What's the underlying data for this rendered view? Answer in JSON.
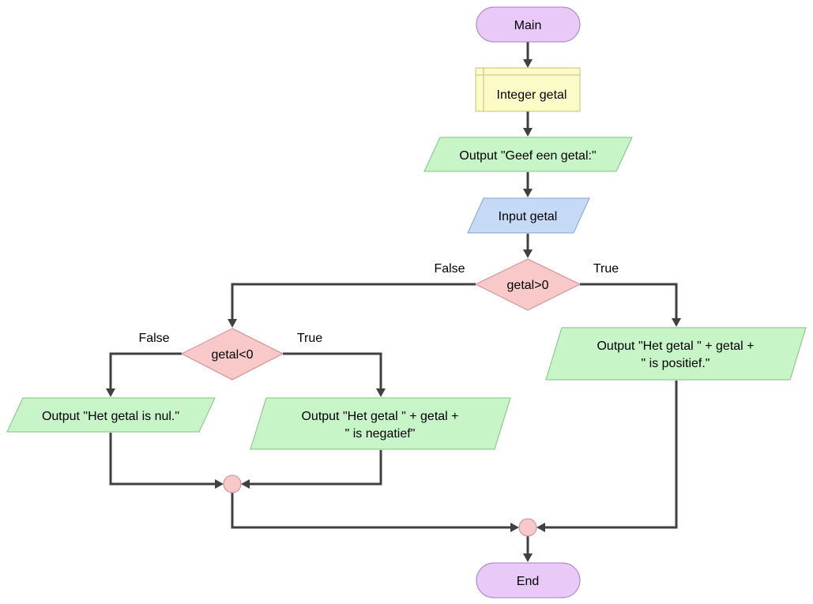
{
  "diagram": {
    "colors": {
      "terminal": "#e9c9f7",
      "declare": "#fafbc6",
      "output": "#c8f5c8",
      "input": "#c6daf8",
      "decision": "#f9c9c9",
      "junction": "#f9c9c9",
      "stroke": "#404040"
    },
    "start": {
      "label": "Main"
    },
    "declare": {
      "label": "Integer getal"
    },
    "output_prompt": {
      "label": "Output \"Geef een getal:\""
    },
    "input": {
      "label": "Input getal"
    },
    "decision_positive": {
      "label": "getal>0",
      "false_label": "False",
      "true_label": "True"
    },
    "decision_negative": {
      "label": "getal<0",
      "false_label": "False",
      "true_label": "True"
    },
    "output_zero": {
      "label": "Output \"Het getal is nul.\""
    },
    "output_negative": {
      "line1": "Output \"Het getal \" + getal +",
      "line2": "\" is negatief\""
    },
    "output_positive": {
      "line1": "Output \"Het getal \" + getal +",
      "line2": "\" is positief.\""
    },
    "end": {
      "label": "End"
    }
  }
}
